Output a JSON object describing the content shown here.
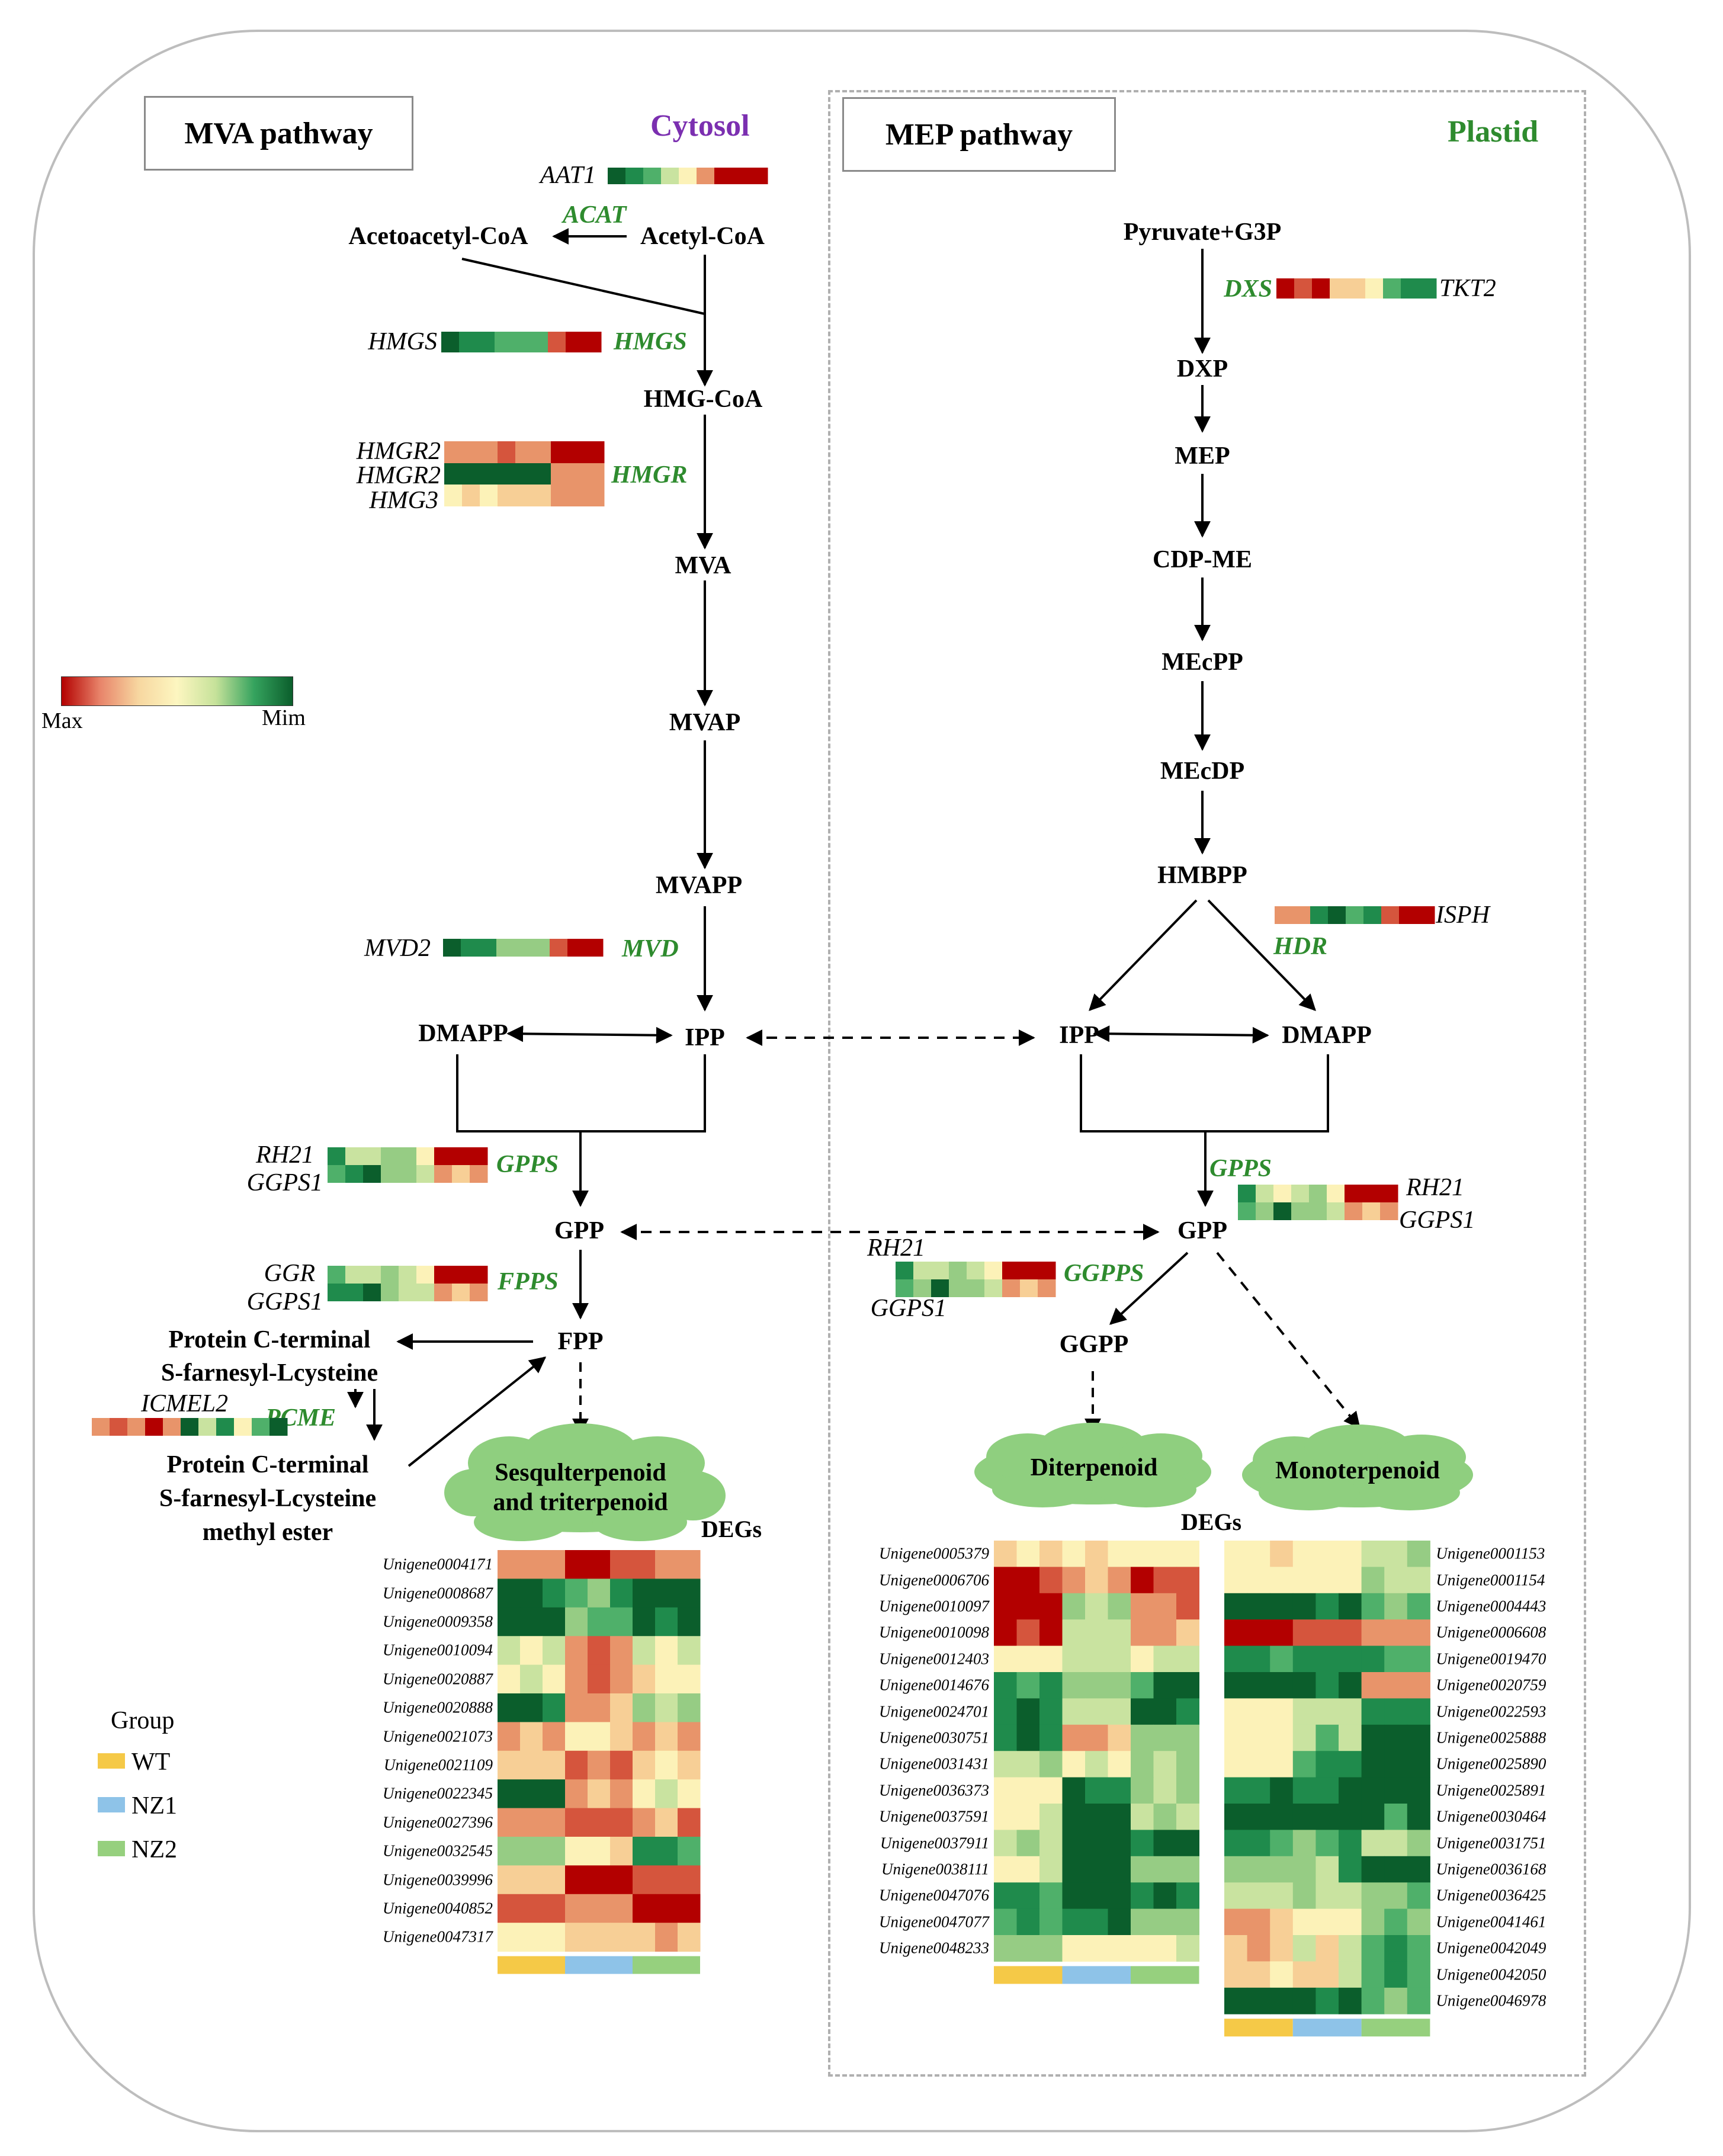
{
  "colors": {
    "enzyme_green": "#2e8b2e",
    "cytosol_purple": "#7b2fb0",
    "cloud_green": "#8fcf7f",
    "WT": "#f5c947",
    "NZ1": "#8ec3e8",
    "NZ2": "#96d07e",
    "scale": [
      "#b30000",
      "#d5553d",
      "#e8946a",
      "#f7cf96",
      "#fcf2b8",
      "#c9e3a0",
      "#96cc84",
      "#4fb06a",
      "#1f8b4c",
      "#0b5e2c"
    ]
  },
  "labels": {
    "mva_title": "MVA pathway",
    "mep_title": "MEP pathway",
    "cytosol": "Cytosol",
    "plastid": "Plastid",
    "legend_max": "Max",
    "legend_min": "Mim",
    "group_title": "Group",
    "groups": [
      "WT",
      "NZ1",
      "NZ2"
    ],
    "degs": "DEGs"
  },
  "metabolites": {
    "acetoacetyl_coa": "Acetoacetyl-CoA",
    "acetyl_coa": "Acetyl-CoA",
    "hmg_coa": "HMG-CoA",
    "mva": "MVA",
    "mvap": "MVAP",
    "mvapp": "MVAPP",
    "dmapp_c": "DMAPP",
    "ipp_c": "IPP",
    "gpp_c": "GPP",
    "fpp": "FPP",
    "protein_cterm": [
      "Protein C-terminal",
      "S-farnesyl-Lcysteine"
    ],
    "protein_cterm_ester": [
      "Protein C-terminal",
      "S-farnesyl-Lcysteine",
      "methyl ester"
    ],
    "sesqui": "Sesqulterpenoid and triterpenoid",
    "pyruvate": "Pyruvate+G3P",
    "dxp": "DXP",
    "mep": "MEP",
    "cdpme": "CDP-ME",
    "mecpp": "MEcPP",
    "mecdp": "MEcDP",
    "hmbpp": "HMBPP",
    "ipp_p": "IPP",
    "dmapp_p": "DMAPP",
    "gpp_p": "GPP",
    "ggpp": "GGPP",
    "diterpenoid": "Diterpenoid",
    "monoterpenoid": "Monoterpenoid"
  },
  "enzymes": {
    "acat": "ACAT",
    "hmgs": "HMGS",
    "hmgr": "HMGR",
    "mvd": "MVD",
    "gpps_c": "GPPS",
    "fpps": "FPPS",
    "pcme": "PCME",
    "dxs": "DXS",
    "hdr": "HDR",
    "gpps_p": "GPPS",
    "ggpps": "GGPPS"
  },
  "genes": {
    "aat1": "AAT1",
    "hmgs": "HMGS",
    "hmgr2a": "HMGR2",
    "hmgr2b": "HMGR2",
    "hmg3": "HMG3",
    "mvd2": "MVD2",
    "rh21_c": "RH21",
    "ggps1_c": "GGPS1",
    "ggr": "GGR",
    "ggps1_f": "GGPS1",
    "icmel2": "ICMEL2",
    "tkt2": "TKT2",
    "isph": "ISPH",
    "rh21_p": "RH21",
    "ggps1_p": "GGPS1",
    "rh21_g": "RH21",
    "ggps1_g": "GGPS1"
  },
  "gene_strips": {
    "aat1": [
      9,
      8,
      7,
      5,
      4,
      2,
      0,
      0,
      0
    ],
    "hmgs": [
      9,
      8,
      8,
      7,
      7,
      7,
      1,
      0,
      0
    ],
    "hmgr2a": [
      2,
      2,
      2,
      1,
      2,
      2,
      0,
      0,
      0
    ],
    "hmgr2b": [
      9,
      9,
      9,
      9,
      9,
      9,
      2,
      2,
      2
    ],
    "hmg3": [
      4,
      3,
      4,
      3,
      3,
      3,
      2,
      2,
      2
    ],
    "mvd2": [
      9,
      8,
      8,
      6,
      6,
      6,
      1,
      0,
      0
    ],
    "rh21_c": [
      8,
      5,
      5,
      6,
      6,
      4,
      0,
      0,
      0
    ],
    "ggps1_c": [
      7,
      8,
      9,
      6,
      6,
      5,
      2,
      3,
      2
    ],
    "ggr": [
      7,
      5,
      5,
      6,
      5,
      4,
      0,
      0,
      0
    ],
    "ggps1_f": [
      8,
      8,
      9,
      6,
      5,
      5,
      2,
      3,
      2
    ],
    "icmel2": [
      2,
      1,
      2,
      0,
      2,
      9,
      5,
      8,
      4,
      7,
      9
    ],
    "dxs": [
      0,
      1,
      0,
      3,
      3,
      4,
      7,
      8,
      8
    ],
    "isph": [
      2,
      2,
      8,
      9,
      7,
      8,
      1,
      0,
      0
    ],
    "gpps_p_rh21": [
      8,
      5,
      4,
      5,
      6,
      4,
      0,
      0,
      0
    ],
    "gpps_p_ggps1": [
      7,
      6,
      9,
      6,
      6,
      5,
      2,
      3,
      2
    ],
    "ggpps_rh21": [
      8,
      5,
      5,
      6,
      5,
      4,
      0,
      0,
      0
    ],
    "ggpps_ggps1": [
      7,
      6,
      9,
      6,
      6,
      5,
      2,
      3,
      2
    ]
  },
  "heatmaps": {
    "sesqui": {
      "genes": [
        "Unigene0004171",
        "Unigene0008687",
        "Unigene0009358",
        "Unigene0010094",
        "Unigene0020887",
        "Unigene0020888",
        "Unigene0021073",
        "Unigene0021109",
        "Unigene0022345",
        "Unigene0027396",
        "Unigene0032545",
        "Unigene0039996",
        "Unigene0040852",
        "Unigene0047317"
      ],
      "cells": [
        [
          2,
          2,
          2,
          0,
          0,
          1,
          1,
          2,
          2
        ],
        [
          9,
          9,
          8,
          7,
          6,
          8,
          9,
          9,
          9
        ],
        [
          9,
          9,
          9,
          6,
          7,
          7,
          9,
          8,
          9
        ],
        [
          5,
          4,
          5,
          2,
          1,
          2,
          5,
          4,
          5
        ],
        [
          4,
          5,
          4,
          2,
          1,
          2,
          3,
          4,
          4
        ],
        [
          9,
          9,
          8,
          2,
          2,
          3,
          6,
          5,
          6
        ],
        [
          2,
          3,
          2,
          4,
          4,
          3,
          2,
          3,
          2
        ],
        [
          3,
          3,
          3,
          1,
          2,
          1,
          3,
          4,
          3
        ],
        [
          9,
          9,
          9,
          2,
          3,
          2,
          4,
          5,
          4
        ],
        [
          2,
          2,
          2,
          1,
          1,
          1,
          2,
          3,
          1
        ],
        [
          6,
          6,
          6,
          4,
          4,
          3,
          8,
          8,
          7
        ],
        [
          3,
          3,
          3,
          0,
          0,
          0,
          1,
          1,
          1
        ],
        [
          1,
          1,
          1,
          2,
          2,
          2,
          0,
          0,
          0
        ],
        [
          4,
          4,
          4,
          3,
          3,
          3,
          3,
          2,
          3
        ]
      ]
    },
    "diterpenoid": {
      "genes": [
        "Unigene0005379",
        "Unigene0006706",
        "Unigene0010097",
        "Unigene0010098",
        "Unigene0012403",
        "Unigene0014676",
        "Unigene0024701",
        "Unigene0030751",
        "Unigene0031431",
        "Unigene0036373",
        "Unigene0037591",
        "Unigene0037911",
        "Unigene0038111",
        "Unigene0047076",
        "Unigene0047077",
        "Unigene0048233"
      ],
      "cells": [
        [
          3,
          4,
          3,
          4,
          3,
          4,
          4,
          4,
          4
        ],
        [
          0,
          0,
          1,
          2,
          3,
          2,
          0,
          1,
          1
        ],
        [
          0,
          0,
          0,
          6,
          5,
          6,
          2,
          2,
          1
        ],
        [
          0,
          1,
          0,
          5,
          5,
          5,
          2,
          2,
          3
        ],
        [
          4,
          4,
          4,
          5,
          5,
          5,
          4,
          5,
          5
        ],
        [
          8,
          7,
          8,
          6,
          6,
          6,
          7,
          9,
          9
        ],
        [
          8,
          9,
          8,
          5,
          5,
          5,
          9,
          9,
          8
        ],
        [
          8,
          9,
          8,
          2,
          2,
          3,
          6,
          6,
          6
        ],
        [
          5,
          5,
          6,
          4,
          5,
          4,
          6,
          5,
          6
        ],
        [
          4,
          4,
          4,
          9,
          8,
          8,
          6,
          5,
          6
        ],
        [
          4,
          4,
          5,
          9,
          9,
          9,
          5,
          6,
          5
        ],
        [
          5,
          6,
          5,
          9,
          9,
          9,
          8,
          9,
          9
        ],
        [
          4,
          4,
          5,
          9,
          9,
          9,
          6,
          6,
          6
        ],
        [
          8,
          8,
          7,
          9,
          9,
          9,
          8,
          9,
          8
        ],
        [
          7,
          8,
          7,
          8,
          8,
          9,
          6,
          6,
          6
        ],
        [
          6,
          6,
          6,
          4,
          4,
          4,
          4,
          4,
          5
        ]
      ]
    },
    "monoterpenoid": {
      "genes": [
        "Unigene0001153",
        "Unigene0001154",
        "Unigene0004443",
        "Unigene0006608",
        "Unigene0019470",
        "Unigene0020759",
        "Unigene0022593",
        "Unigene0025888",
        "Unigene0025890",
        "Unigene0025891",
        "Unigene0030464",
        "Unigene0031751",
        "Unigene0036168",
        "Unigene0036425",
        "Unigene0041461",
        "Unigene0042049",
        "Unigene0042050",
        "Unigene0046978"
      ],
      "cells": [
        [
          4,
          4,
          3,
          4,
          4,
          4,
          5,
          5,
          6
        ],
        [
          4,
          4,
          4,
          4,
          4,
          4,
          6,
          5,
          5
        ],
        [
          9,
          9,
          9,
          9,
          8,
          9,
          7,
          6,
          7
        ],
        [
          0,
          0,
          0,
          1,
          1,
          1,
          2,
          2,
          2
        ],
        [
          8,
          8,
          7,
          8,
          8,
          8,
          8,
          7,
          7
        ],
        [
          9,
          9,
          9,
          9,
          8,
          9,
          2,
          2,
          2
        ],
        [
          4,
          4,
          4,
          5,
          5,
          5,
          8,
          8,
          8
        ],
        [
          4,
          4,
          4,
          5,
          7,
          5,
          9,
          9,
          9
        ],
        [
          4,
          4,
          4,
          7,
          8,
          8,
          9,
          9,
          9
        ],
        [
          8,
          8,
          9,
          8,
          8,
          9,
          9,
          9,
          9
        ],
        [
          9,
          9,
          9,
          9,
          9,
          9,
          9,
          7,
          9
        ],
        [
          8,
          8,
          7,
          6,
          7,
          8,
          5,
          5,
          6
        ],
        [
          6,
          6,
          6,
          6,
          5,
          8,
          9,
          9,
          9
        ],
        [
          5,
          5,
          5,
          6,
          5,
          5,
          6,
          6,
          7
        ],
        [
          2,
          2,
          3,
          4,
          4,
          4,
          6,
          7,
          6
        ],
        [
          3,
          2,
          3,
          5,
          3,
          5,
          7,
          8,
          7
        ],
        [
          3,
          3,
          4,
          3,
          3,
          5,
          7,
          8,
          7
        ],
        [
          9,
          9,
          9,
          9,
          8,
          9,
          7,
          6,
          7
        ]
      ]
    }
  }
}
